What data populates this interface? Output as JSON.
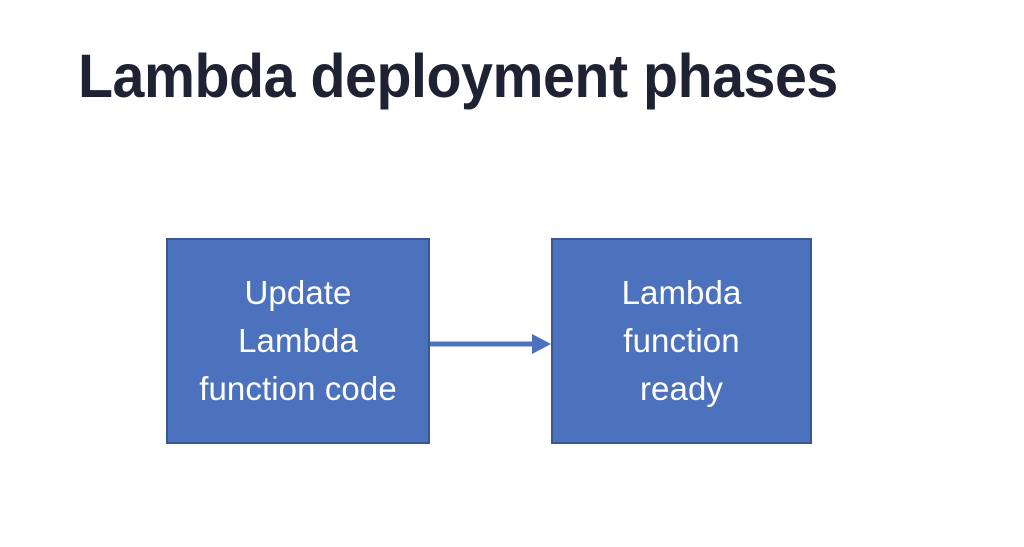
{
  "slide": {
    "title": "Lambda deployment phases",
    "background_color": "#ffffff",
    "title_color": "#1e2233",
    "accent_color": "#4d72bd",
    "accent_border_color": "#3a5795",
    "box_text_color": "#ffffff"
  },
  "diagram": {
    "type": "flowchart",
    "nodes": [
      {
        "id": "update-code",
        "label": "Update\nLambda\nfunction code",
        "lines": [
          "Update",
          "Lambda",
          "function code"
        ],
        "fill": "#4d72bd",
        "border": "#3a5795",
        "text_color": "#ffffff"
      },
      {
        "id": "function-ready",
        "label": "Lambda\nfunction\nready",
        "lines": [
          "Lambda",
          "function",
          "ready"
        ],
        "fill": "#4d72bd",
        "border": "#3a5795",
        "text_color": "#ffffff"
      }
    ],
    "edges": [
      {
        "id": "update-code-to-function-ready",
        "from": "update-code",
        "to": "function-ready",
        "direction": "right",
        "style": "solid-arrow",
        "color": "#4d72bd",
        "label": ""
      }
    ]
  }
}
